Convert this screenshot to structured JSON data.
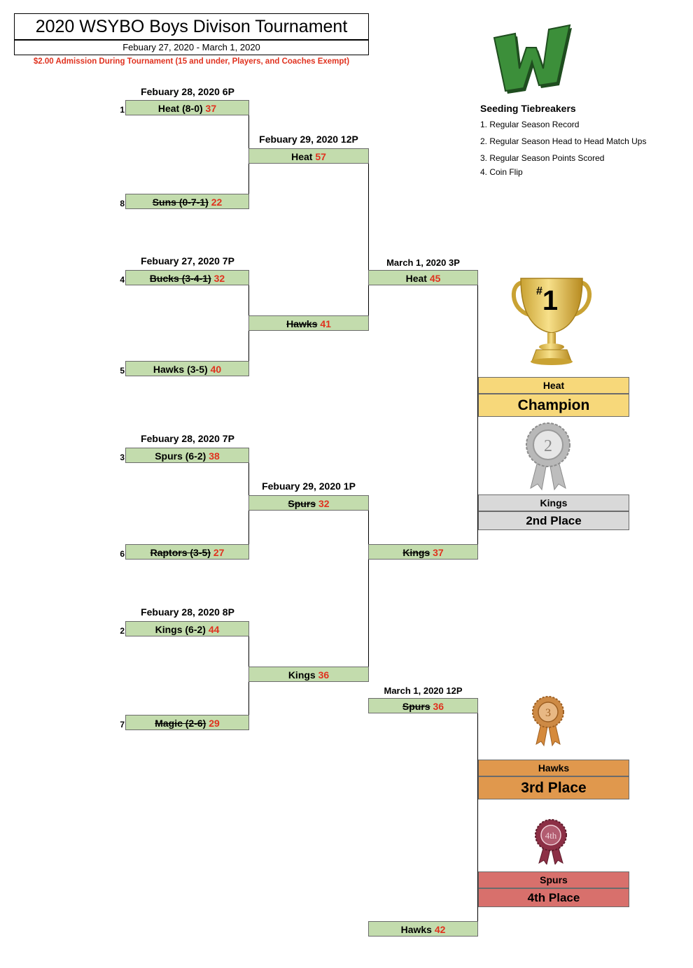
{
  "header": {
    "title": "2020 WSYBO Boys Divison Tournament",
    "dates": "Febuary 27, 2020 - March 1, 2020",
    "admission": "$2.00 Admission During Tournament (15 and under, Players, and Coaches Exempt)"
  },
  "logo": {
    "icon": "w-logo-icon",
    "color": "#3c8f3a"
  },
  "tiebreakers": {
    "heading": "Seeding Tiebreakers",
    "items": [
      "1. Regular Season Record",
      "2. Regular Season Head to Head Match Ups",
      "3. Regular Season Points Scored",
      "4. Coin Flip"
    ]
  },
  "colors": {
    "slot": "#c3dcad",
    "score": "#e0321f",
    "champion": "#f7d87a",
    "second": "#d9d9d9",
    "third": "#e0984d",
    "fourth": "#d8706c"
  },
  "round1": {
    "g1": {
      "label": "Febuary 28, 2020 6P",
      "top": {
        "seed": "1",
        "team": "Heat (8-0)",
        "score": "37"
      },
      "bottom": {
        "seed": "8",
        "team": "Suns (0-7-1)",
        "score": "22"
      }
    },
    "g2": {
      "label": "Febuary 27, 2020 7P",
      "top": {
        "seed": "4",
        "team": "Bucks (3-4-1)",
        "score": "32"
      },
      "bottom": {
        "seed": "5",
        "team": "Hawks (3-5)",
        "score": "40"
      }
    },
    "g3": {
      "label": "Febuary 28, 2020 7P",
      "top": {
        "seed": "3",
        "team": "Spurs (6-2)",
        "score": "38"
      },
      "bottom": {
        "seed": "6",
        "team": "Raptors (3-5)",
        "score": "27"
      }
    },
    "g4": {
      "label": "Febuary 28, 2020 8P",
      "top": {
        "seed": "2",
        "team": "Kings (6-2)",
        "score": "44"
      },
      "bottom": {
        "seed": "7",
        "team": "Magic (2-6)",
        "score": "29"
      }
    }
  },
  "round2": {
    "g1": {
      "label": "Febuary 29, 2020 12P",
      "top": {
        "team": "Heat",
        "score": "57"
      },
      "bottom": {
        "team": "Hawks",
        "score": "41"
      }
    },
    "g2": {
      "label": "Febuary 29, 2020 1P",
      "top": {
        "team": "Spurs",
        "score": "32"
      },
      "bottom": {
        "team": "Kings",
        "score": "36"
      }
    }
  },
  "final": {
    "label": "March 1, 2020 3P",
    "top": {
      "team": "Heat",
      "score": "45"
    },
    "bottom": {
      "team": "Kings",
      "score": "37"
    }
  },
  "third_game": {
    "label": "March 1, 2020 12P",
    "top": {
      "team": "Spurs",
      "score": "36"
    },
    "bottom": {
      "team": "Hawks",
      "score": "42"
    }
  },
  "placements": {
    "champion": {
      "team": "Heat",
      "title": "Champion",
      "trophy_text": "1",
      "trophy_prefix": "#"
    },
    "second": {
      "team": "Kings",
      "title": "2nd Place",
      "ribbon_text": "2"
    },
    "third": {
      "team": "Hawks",
      "title": "3rd Place",
      "ribbon_text": "3"
    },
    "fourth": {
      "team": "Spurs",
      "title": "4th Place",
      "ribbon_text": "4th"
    }
  }
}
